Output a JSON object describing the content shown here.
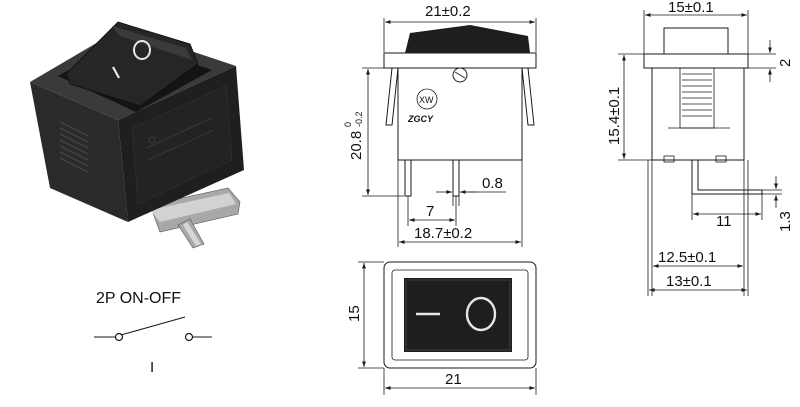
{
  "dimensions": {
    "side_width": "21±0.2",
    "side_height_main": "20.8",
    "side_height_tol_upper": "0",
    "side_height_tol_lower": "-0.2",
    "pin_thickness": "0.8",
    "pin_spacing": "7",
    "base_width": "18.7±0.2",
    "end_top_width": "15±0.1",
    "end_flange": "2",
    "end_height": "15.4±0.1",
    "end_pin_length": "11",
    "end_pin_offset": "1.3",
    "end_body_width": "12.5±0.1",
    "end_base_width": "13±0.1",
    "front_height": "15",
    "front_width": "21"
  },
  "schematic": {
    "title": "2P  ON-OFF",
    "on_symbol": "I"
  },
  "markings": {
    "brand": "ZGCY",
    "logo": "XW"
  },
  "colors": {
    "body": "#1e1e1e",
    "body_mid": "#2d2d2d",
    "body_light": "#3c3c3c",
    "pin": "#b9b9b9",
    "line": "#1a1a1a"
  }
}
